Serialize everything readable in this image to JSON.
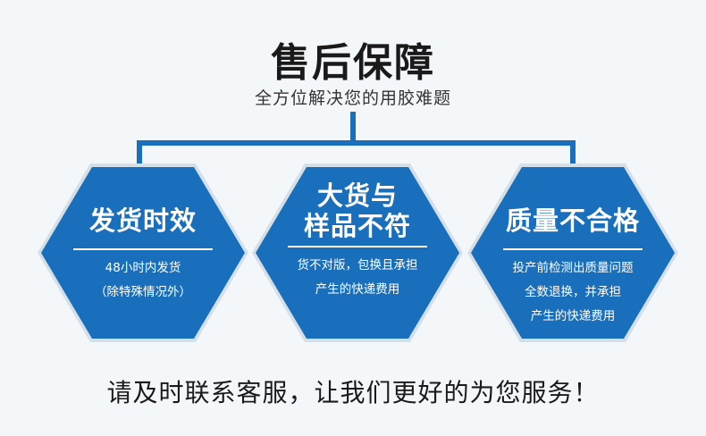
{
  "header": {
    "title": "售后保障",
    "subtitle": "全方位解决您的用胶难题"
  },
  "cards": [
    {
      "title_line1": "发货时效",
      "title_line2": "",
      "lines": [
        "48小时内发货",
        "（除特殊情况外）"
      ]
    },
    {
      "title_line1": "大货与",
      "title_line2": "样品不符",
      "lines": [
        "货不对版，包换且承担",
        "产生的快递费用"
      ]
    },
    {
      "title_line1": "质量不合格",
      "title_line2": "",
      "lines": [
        "投产前检测出质量问题",
        "全数退换，并承担",
        "产生的快递费用"
      ]
    }
  ],
  "footer": {
    "text": "请及时联系客服，让我们更好的为您服务！"
  },
  "colors": {
    "hex_fill": "#1a6fbd",
    "connector": "#1a6fbd",
    "background": "#f4f7f9"
  }
}
